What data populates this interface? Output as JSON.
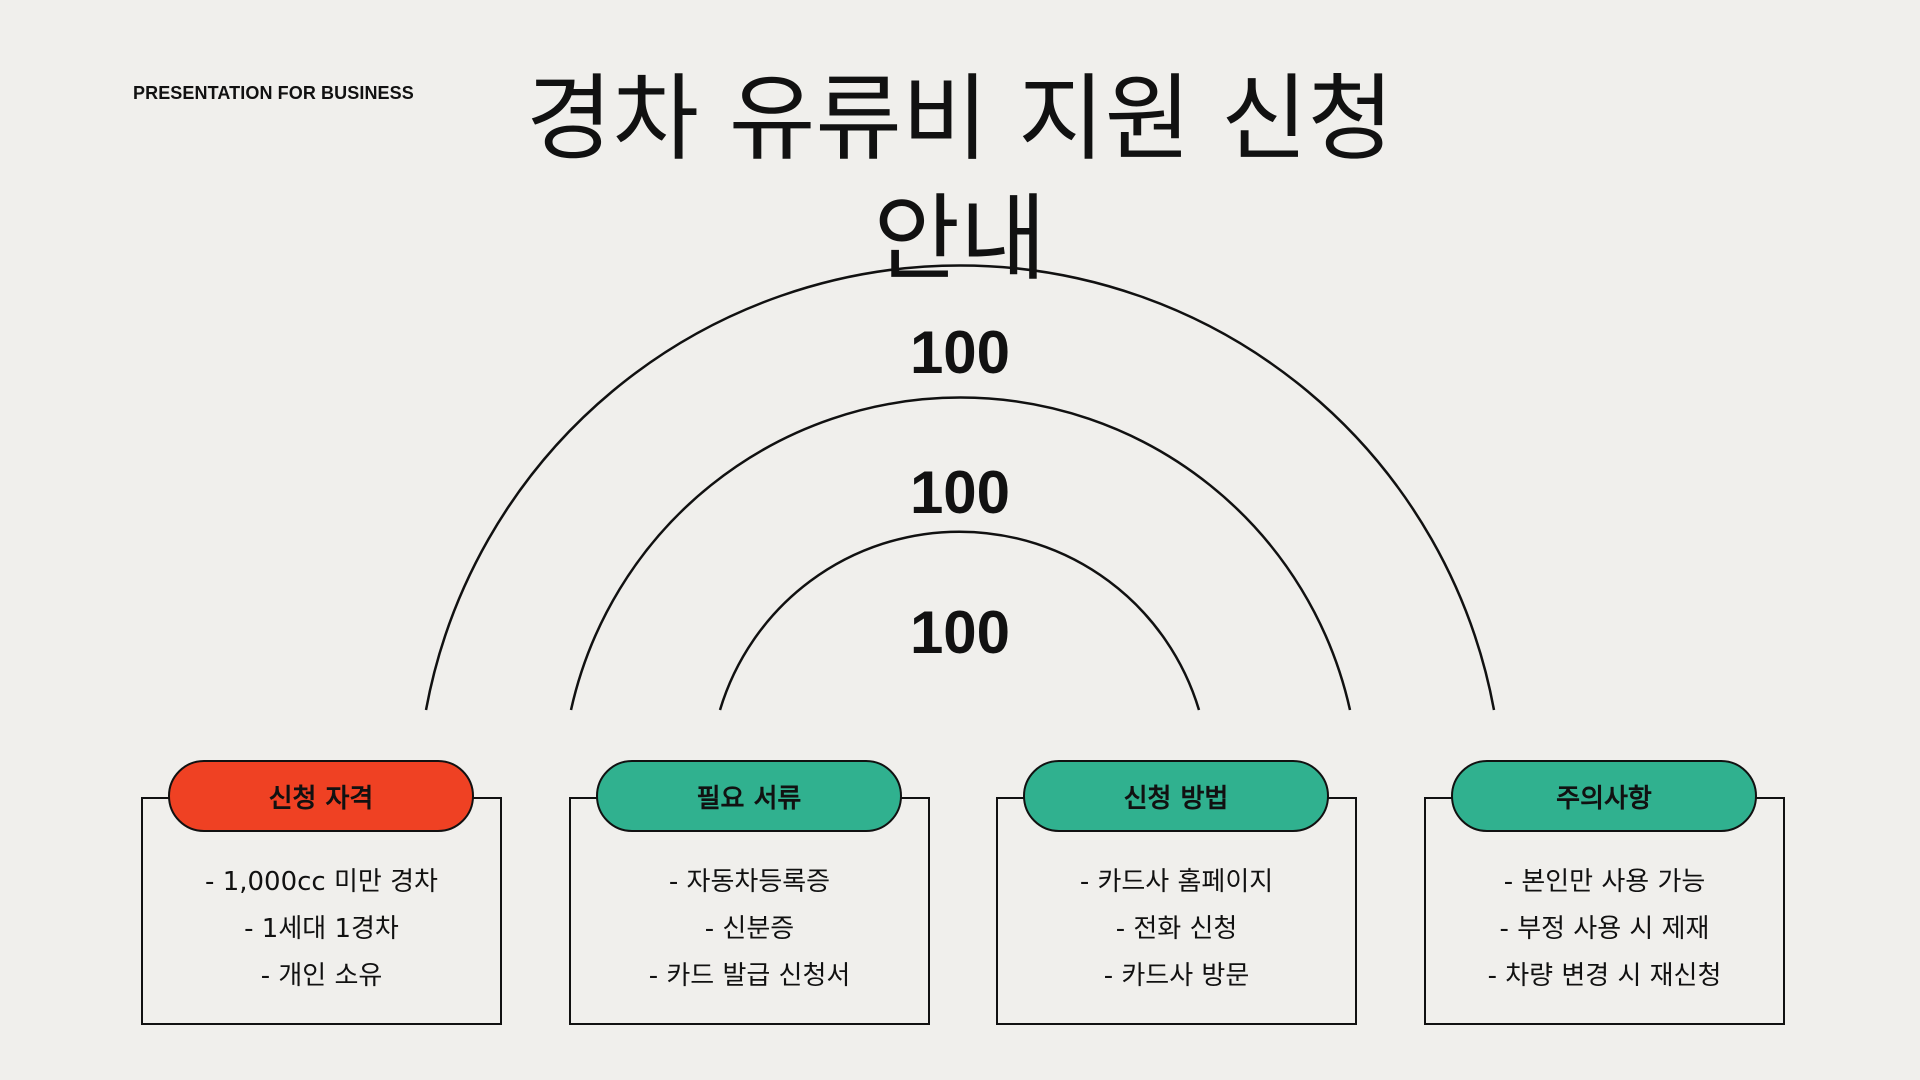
{
  "eyebrow": "PRESENTATION FOR BUSINESS",
  "title": "경차 유류비 지원 신청 안내",
  "arcs": [
    {
      "label": "100"
    },
    {
      "label": "100"
    },
    {
      "label": "100"
    }
  ],
  "colors": {
    "background": "#f0efec",
    "accent_red": "#ef4123",
    "accent_teal": "#30b18f",
    "ink": "#111111"
  },
  "cards": [
    {
      "header": "신청 자격",
      "color": "#ef4123",
      "lines": [
        "- 1,000cc 미만 경차",
        "- 1세대 1경차",
        "- 개인 소유"
      ]
    },
    {
      "header": "필요 서류",
      "color": "#30b18f",
      "lines": [
        "- 자동차등록증",
        "- 신분증",
        "- 카드 발급 신청서"
      ]
    },
    {
      "header": "신청 방법",
      "color": "#30b18f",
      "lines": [
        "- 카드사 홈페이지",
        "- 전화 신청",
        "- 카드사 방문"
      ]
    },
    {
      "header": "주의사항",
      "color": "#30b18f",
      "lines": [
        "- 본인만 사용 가능",
        "- 부정 사용 시 제재",
        "- 차량 변경 시 재신청"
      ]
    }
  ]
}
